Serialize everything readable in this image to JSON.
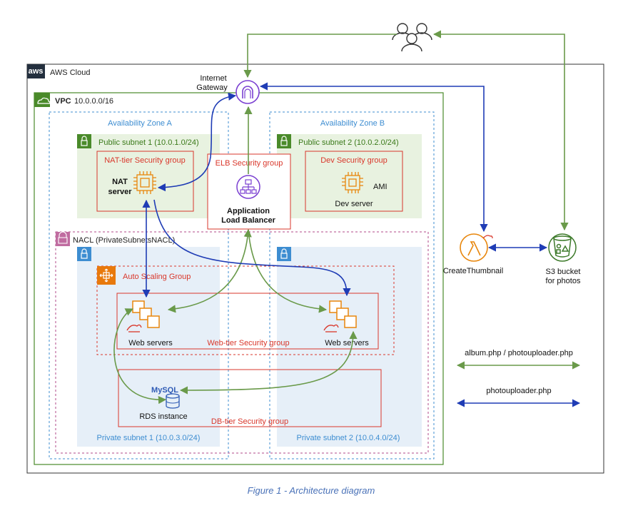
{
  "labels": {
    "aws_cloud": "AWS Cloud",
    "aws_logo": "aws",
    "vpc": "VPC",
    "vpc_cidr": "10.0.0.0/16",
    "internet_gateway_1": "Internet",
    "internet_gateway_2": "Gateway",
    "az_a": "Availability Zone A",
    "az_b": "Availability Zone B",
    "public_subnet_1": "Public subnet 1 (10.0.1.0/24)",
    "public_subnet_2": "Public subnet 2 (10.0.2.0/24)",
    "nat_sg": "NAT-tier Security group",
    "nat_server_1": "NAT",
    "nat_server_2": "server",
    "elb_sg": "ELB Security group",
    "alb_1": "Application",
    "alb_2": "Load Balancer",
    "dev_sg": "Dev Security group",
    "ami": "AMI",
    "dev_server": "Dev server",
    "nacl": "NACL (PrivateSubnetsNACL)",
    "asg": "Auto Scaling Group",
    "web_servers_left": "Web servers",
    "web_servers_right": "Web servers",
    "web_sg": "Web-tier Security group",
    "mysql": "MySQL",
    "rds": "RDS instance",
    "db_sg": "DB-tier Security group",
    "private_subnet_1": "Private subnet 1 (10.0.3.0/24)",
    "private_subnet_2": "Private subnet 2 (10.0.4.0/24)",
    "lambda": "CreateThumbnail",
    "s3_1": "S3 bucket",
    "s3_2": "for photos",
    "legend_green": "album.php / photouploader.php",
    "legend_blue": "photouploader.php",
    "caption": "Figure 1 - Architecture diagram"
  },
  "colors": {
    "green": "#6a9a4a",
    "blue": "#1f3cb5",
    "lambda_orange": "#e8860c",
    "red_sg": "#d9372b",
    "az_blue": "#3d8dd1",
    "subnet_green_fill": "#e8f2e0",
    "subnet_blue_fill": "#e6eff8",
    "vpc_green": "#4a8a2a",
    "igw_purple": "#7a3fd1",
    "asg_orange": "#e8790c",
    "nacl_pink": "#b04a8a"
  }
}
